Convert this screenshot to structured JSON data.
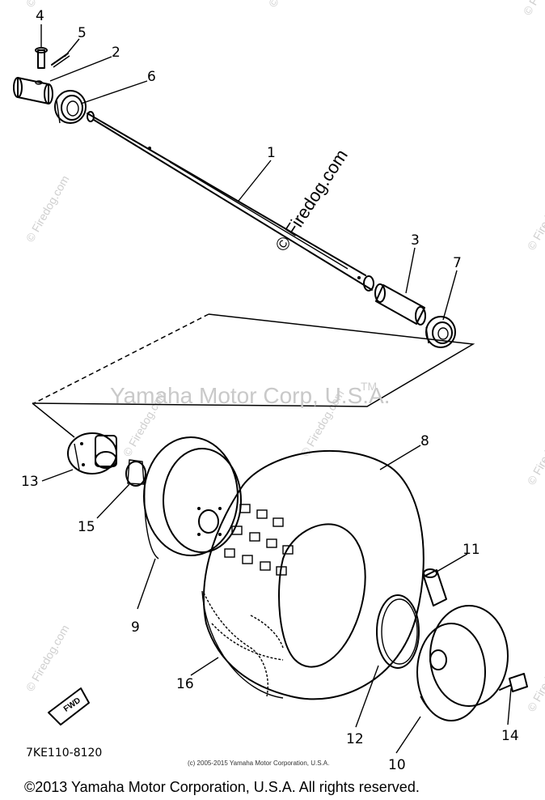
{
  "watermark": {
    "center_text": "Yamaha Motor Corp, U.S.A.",
    "tm": "TM",
    "diagonal_text": "© Firedog.com",
    "edge_text": "© Firedog.com"
  },
  "callouts": [
    "1",
    "2",
    "3",
    "4",
    "5",
    "6",
    "7",
    "8",
    "9",
    "10",
    "11",
    "12",
    "13",
    "14",
    "15",
    "16"
  ],
  "fwd_label": "FWD",
  "part_code": "7KE110-8120",
  "copyright_small": "(c) 2005-2015 Yamaha Motor Corporation, U.S.A.",
  "copyright_main": "©2013 Yamaha Motor Corporation, U.S.A. All rights reserved."
}
